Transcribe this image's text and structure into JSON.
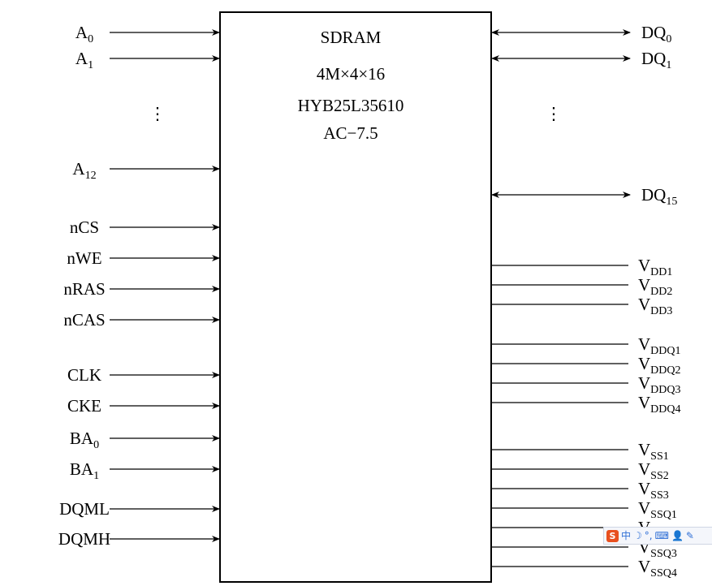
{
  "chip": {
    "title": "SDRAM",
    "org": "4M×4×16",
    "part": "HYB25L35610",
    "speed": "AC−7.5"
  },
  "left_pins": [
    {
      "main": "A",
      "sub": "0"
    },
    {
      "main": "A",
      "sub": "1"
    },
    {
      "main": "A",
      "sub": "12"
    },
    {
      "main": "nCS",
      "sub": ""
    },
    {
      "main": "nWE",
      "sub": ""
    },
    {
      "main": "nRAS",
      "sub": ""
    },
    {
      "main": "nCAS",
      "sub": ""
    },
    {
      "main": "CLK",
      "sub": ""
    },
    {
      "main": "CKE",
      "sub": ""
    },
    {
      "main": "BA",
      "sub": "0"
    },
    {
      "main": "BA",
      "sub": "1"
    },
    {
      "main": "DQML",
      "sub": ""
    },
    {
      "main": "DQMH",
      "sub": ""
    }
  ],
  "data_pins": [
    {
      "main": "DQ",
      "sub": "0"
    },
    {
      "main": "DQ",
      "sub": "1"
    },
    {
      "main": "DQ",
      "sub": "15"
    }
  ],
  "power_pins": [
    {
      "main": "V",
      "sub": "DD1"
    },
    {
      "main": "V",
      "sub": "DD2"
    },
    {
      "main": "V",
      "sub": "DD3"
    },
    {
      "main": "V",
      "sub": "DDQ1"
    },
    {
      "main": "V",
      "sub": "DDQ2"
    },
    {
      "main": "V",
      "sub": "DDQ3"
    },
    {
      "main": "V",
      "sub": "DDQ4"
    },
    {
      "main": "V",
      "sub": "SS1"
    },
    {
      "main": "V",
      "sub": "SS2"
    },
    {
      "main": "V",
      "sub": "SS3"
    },
    {
      "main": "V",
      "sub": "SSQ1"
    },
    {
      "main": "V",
      "sub": "SSQ2"
    },
    {
      "main": "V",
      "sub": "SSQ3"
    },
    {
      "main": "V",
      "sub": "SSQ4"
    }
  ],
  "ellipsis": "⋮",
  "ime_toolbar": {
    "logo": "S",
    "items": [
      "中",
      "☽",
      "°,",
      "⌨",
      "👤",
      "✎"
    ]
  }
}
